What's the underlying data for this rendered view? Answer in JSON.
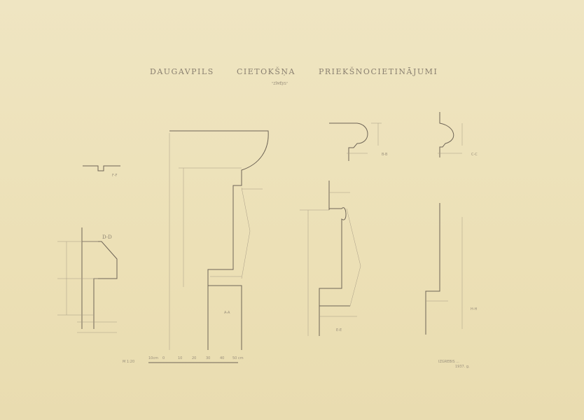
{
  "title": {
    "word1": "DAUGAVPILS",
    "word2": "CIETOKŠŅA",
    "word3": "PRIEKŠNOCIETINĀJUMI",
    "subtitle": "\"ZĪMĒJIS\""
  },
  "sections": {
    "f": "F-F",
    "d": "D-D",
    "a": "A-A",
    "b": "B-B",
    "c": "C-C",
    "e": "E-E",
    "h": "H-H"
  },
  "scale": {
    "label": "M 1:20",
    "ticks": [
      "10cm",
      "0",
      "10",
      "20",
      "30",
      "40",
      "50 cm"
    ]
  },
  "signature": {
    "line1": "IZGREBIS ...",
    "line2": "1937. g."
  },
  "colors": {
    "paper": "#efe4bd",
    "ink": "#6e6456"
  }
}
